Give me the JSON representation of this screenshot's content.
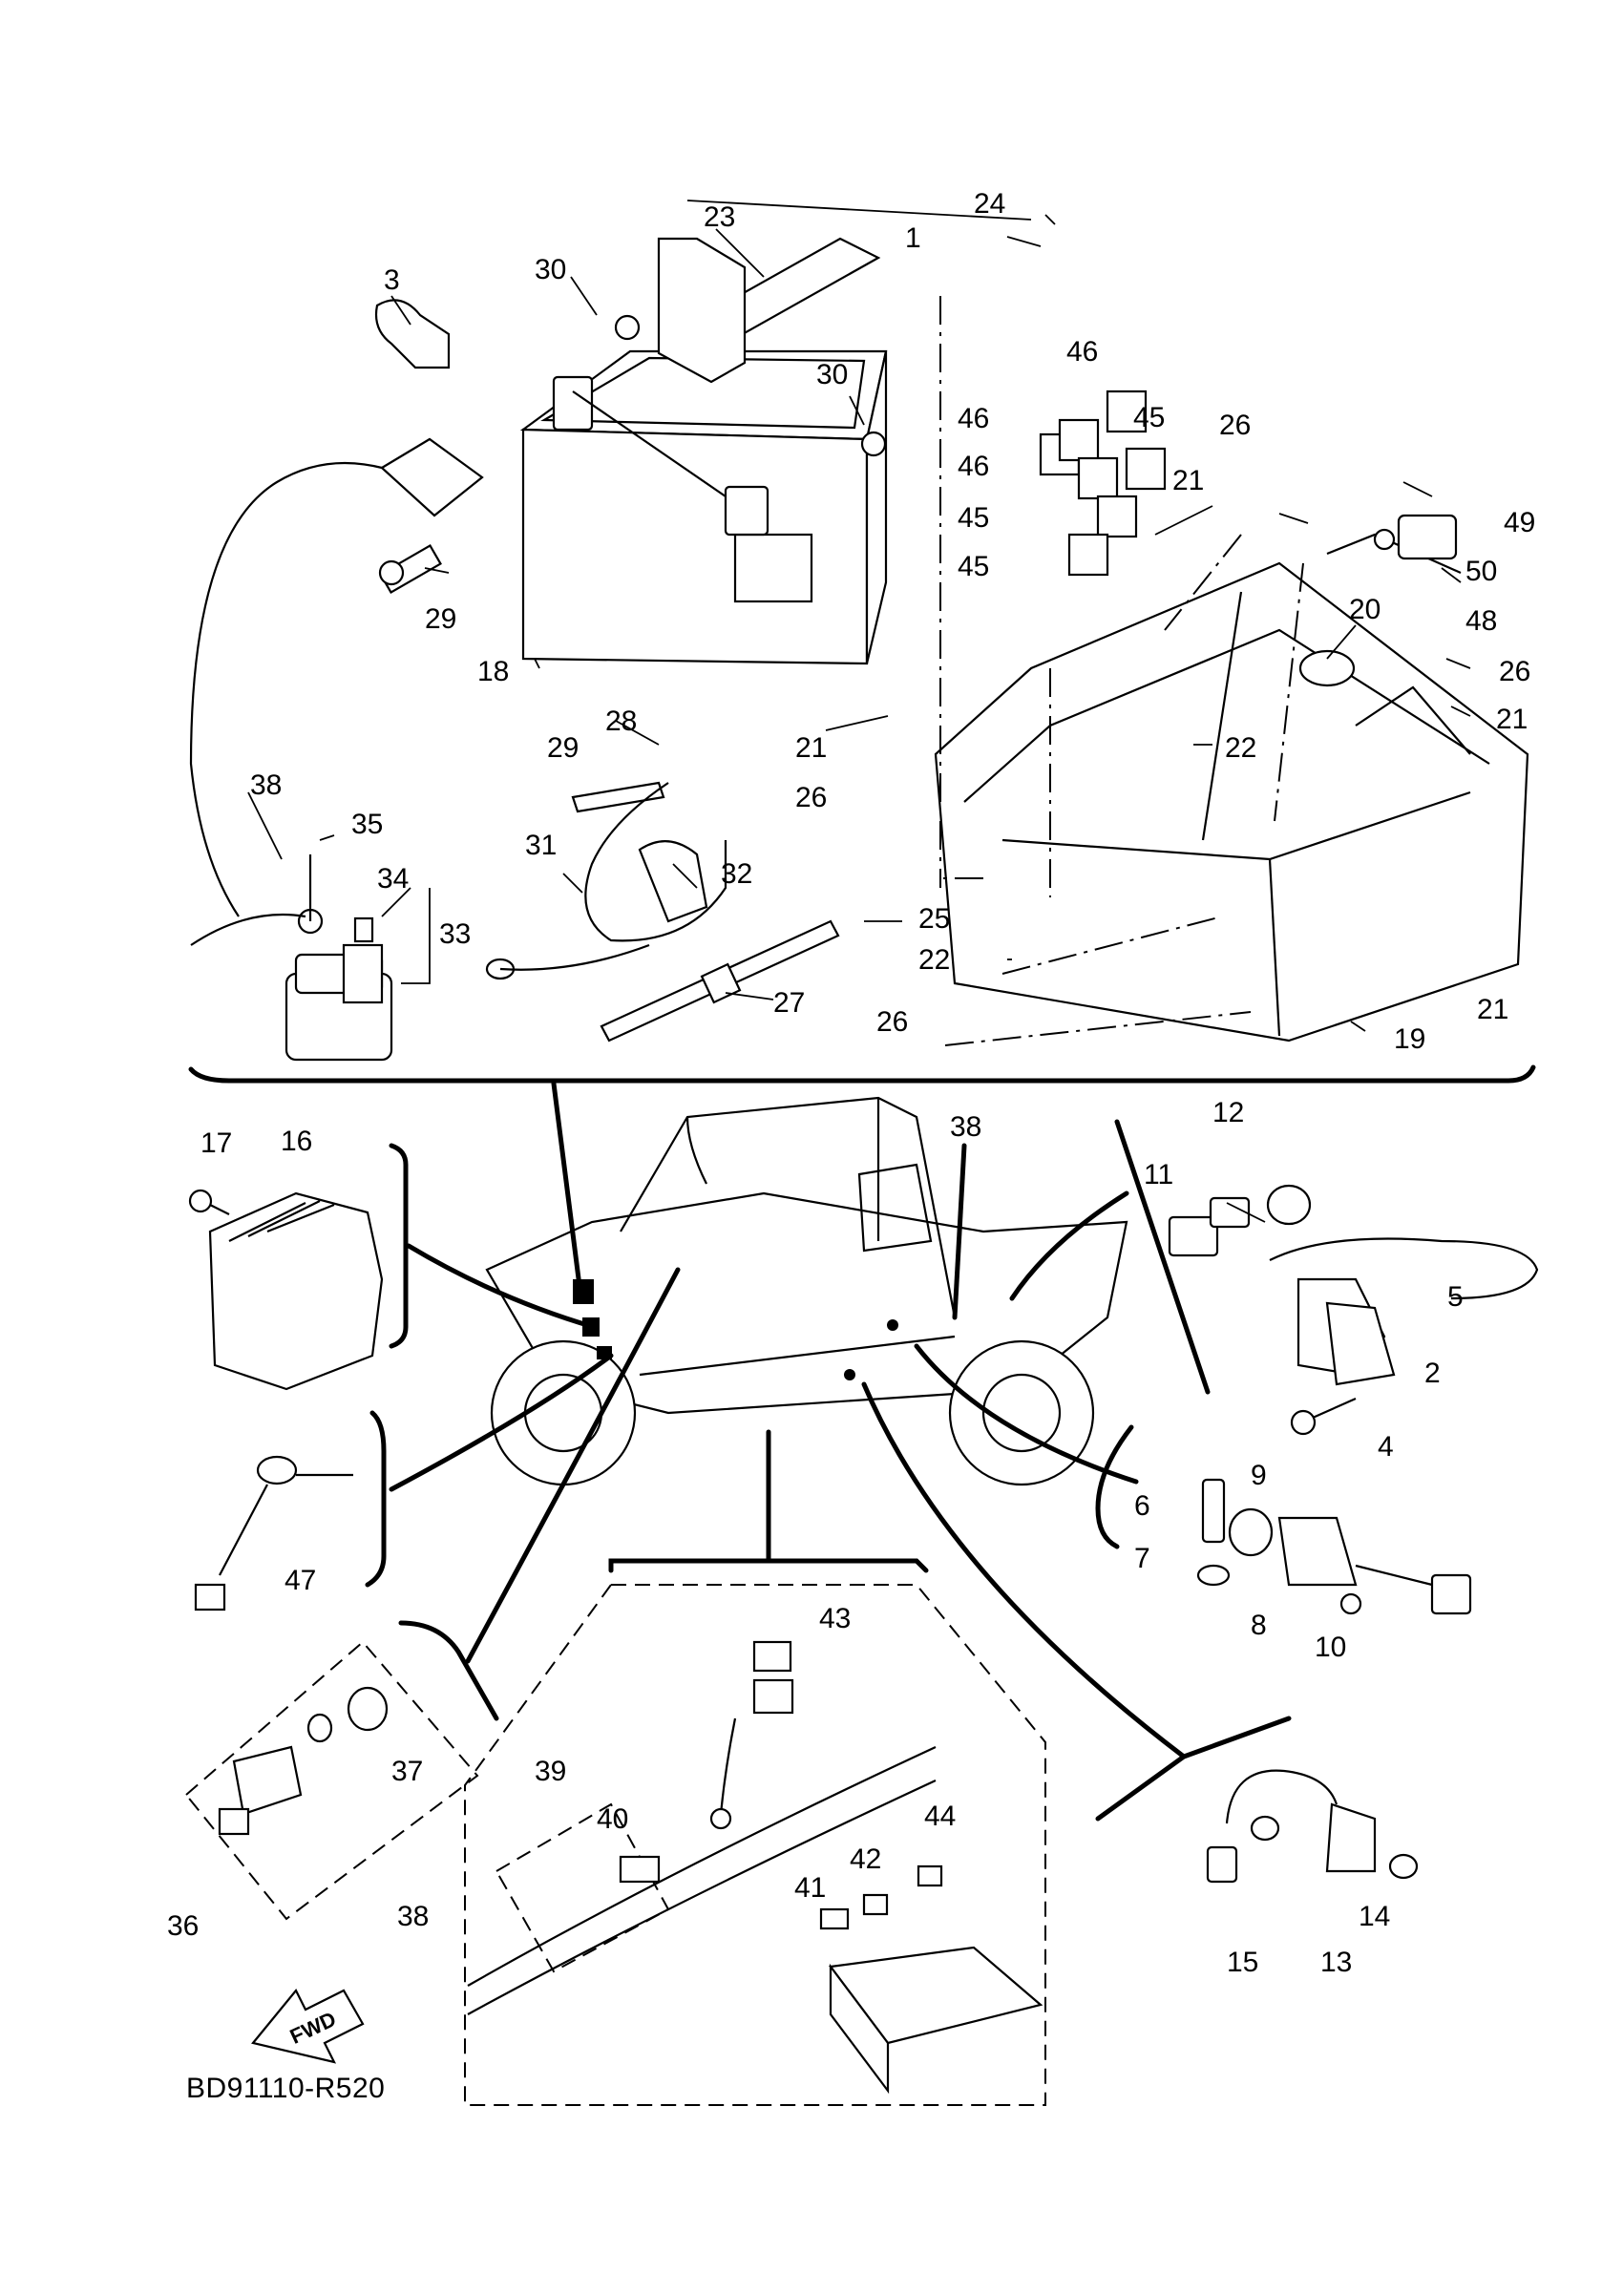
{
  "diagram_code": "BD91110-R520",
  "fwd_label": "FWD",
  "parts": {
    "p1": "1",
    "p2": "2",
    "p3": "3",
    "p4": "4",
    "p5": "5",
    "p6": "6",
    "p7": "7",
    "p8": "8",
    "p9": "9",
    "p10": "10",
    "p11": "11",
    "p12": "12",
    "p13": "13",
    "p14": "14",
    "p15": "15",
    "p16": "16",
    "p17": "17",
    "p18": "18",
    "p19": "19",
    "p20": "20",
    "p21": "21",
    "p22": "22",
    "p23": "23",
    "p24": "24",
    "p25": "25",
    "p26": "26",
    "p27": "27",
    "p28": "28",
    "p29": "29",
    "p30": "30",
    "p31": "31",
    "p32": "32",
    "p33": "33",
    "p34": "34",
    "p35": "35",
    "p36": "36",
    "p37": "37",
    "p38": "38",
    "p39": "39",
    "p40": "40",
    "p41": "41",
    "p42": "42",
    "p43": "43",
    "p44": "44",
    "p45": "45",
    "p46": "46",
    "p47": "47",
    "p48": "48",
    "p49": "49",
    "p50": "50"
  }
}
